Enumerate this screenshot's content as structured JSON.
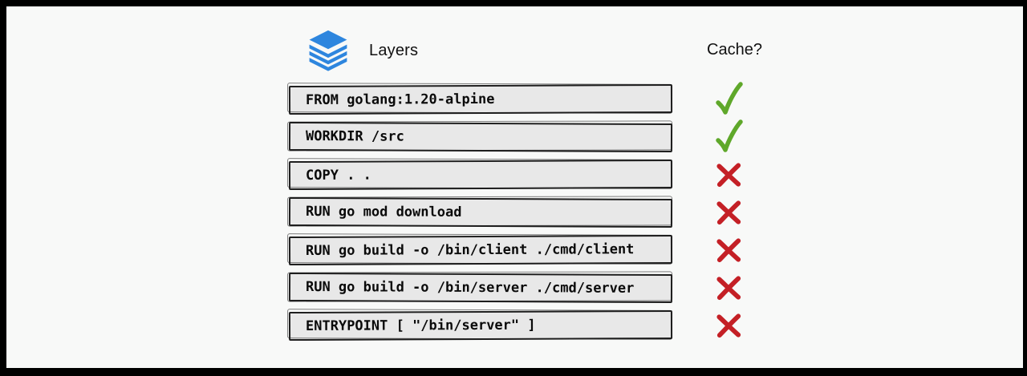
{
  "header": {
    "layers_label": "Layers",
    "cache_label": "Cache?",
    "layers_icon": "layers-stack-icon"
  },
  "rows": [
    {
      "command": "FROM golang:1.20-alpine",
      "cached": "yes",
      "mark_icon": "check-icon"
    },
    {
      "command": "WORKDIR /src",
      "cached": "yes",
      "mark_icon": "check-icon"
    },
    {
      "command": "COPY . .",
      "cached": "no",
      "mark_icon": "cross-icon"
    },
    {
      "command": "RUN go mod download",
      "cached": "no",
      "mark_icon": "cross-icon"
    },
    {
      "command": "RUN go build -o /bin/client ./cmd/client",
      "cached": "no",
      "mark_icon": "cross-icon"
    },
    {
      "command": "RUN go build -o /bin/server ./cmd/server",
      "cached": "no",
      "mark_icon": "cross-icon"
    },
    {
      "command": "ENTRYPOINT [ \"/bin/server\" ]",
      "cached": "no",
      "mark_icon": "cross-icon"
    }
  ],
  "colors": {
    "layers_icon_blue": "#2E86DE",
    "check_green": "#5FA82A",
    "cross_red": "#C42026",
    "box_fill": "#E8E8E8",
    "box_border": "#1F1F1F",
    "panel_background": "#F8F9F8",
    "frame": "#000000"
  }
}
